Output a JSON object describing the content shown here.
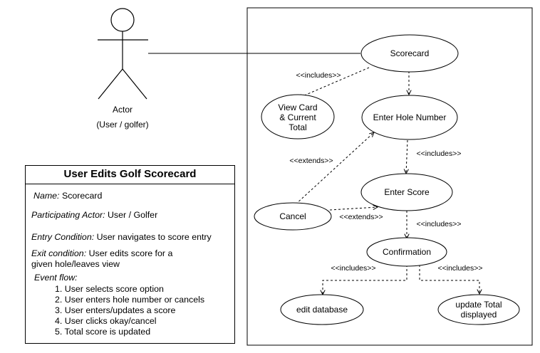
{
  "actor": {
    "label": "Actor",
    "role": "(User / golfer)"
  },
  "system_boundary": {},
  "use_cases": {
    "scorecard": "Scorecard",
    "view_card": [
      "View Card",
      "& Current",
      "Total"
    ],
    "enter_hole": "Enter Hole Number",
    "enter_score": "Enter Score",
    "cancel": "Cancel",
    "confirmation": "Confirmation",
    "edit_db": "edit database",
    "update_total": [
      "update Total",
      "displayed"
    ]
  },
  "relations": {
    "scorecard_view": "<<includes>>",
    "hole_score": "<<includes>>",
    "cancel_hole": "<<extends>>",
    "cancel_score": "<<extends>>",
    "score_confirm": "<<includes>>",
    "confirm_edit": "<<includes>>",
    "confirm_update": "<<includes>>"
  },
  "spec": {
    "title": "User Edits Golf Scorecard",
    "name_label": "Name:",
    "name_value": " Scorecard",
    "actor_label": "Participating Actor:",
    "actor_value": " User / Golfer",
    "entry_label": "Entry Condition:",
    "entry_value": " User navigates to score entry",
    "exit_label": "Exit condition:",
    "exit_value": "  User edits score for a",
    "exit_value2": "given hole/leaves view",
    "flow_label": "Event flow:",
    "flow_steps": [
      "1. User selects score option",
      "2. User enters hole number or cancels",
      "3. User enters/updates a score",
      "4. User clicks okay/cancel",
      "5. Total score is updated"
    ]
  }
}
